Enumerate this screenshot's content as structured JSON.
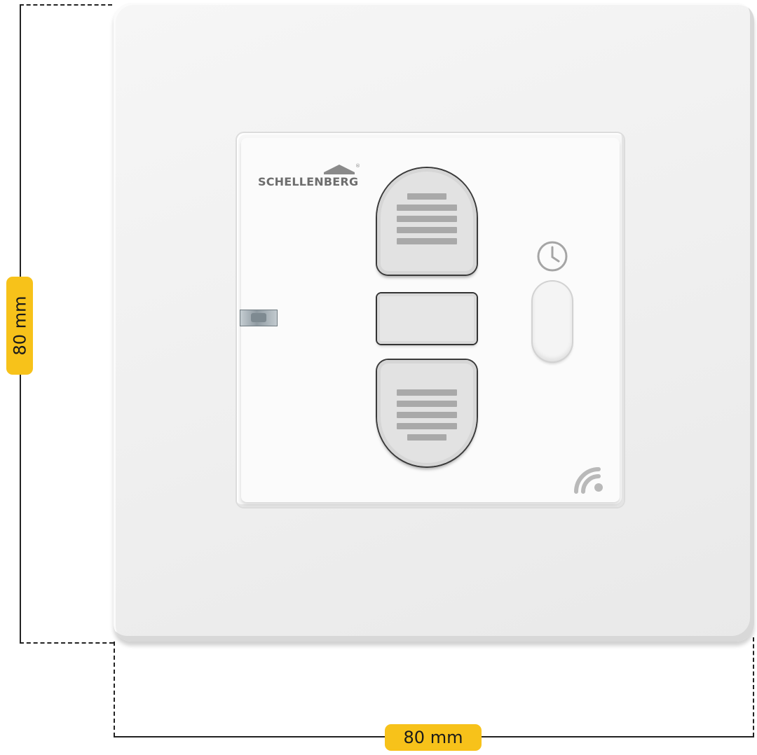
{
  "dimensions": {
    "height_label": "80 mm",
    "width_label": "80 mm",
    "badge_color": "#f7c21a"
  },
  "device": {
    "brand": "SCHELLENBERG",
    "registered_mark": "®",
    "up_button_icon": "grille-up-icon",
    "stop_button_icon": "stop-bar",
    "down_button_icon": "grille-down-icon",
    "timer_icon": "clock-icon",
    "radio_icon": "wireless-signal-icon",
    "plate_color": "#efefef",
    "button_color": "#e2e2e2"
  }
}
